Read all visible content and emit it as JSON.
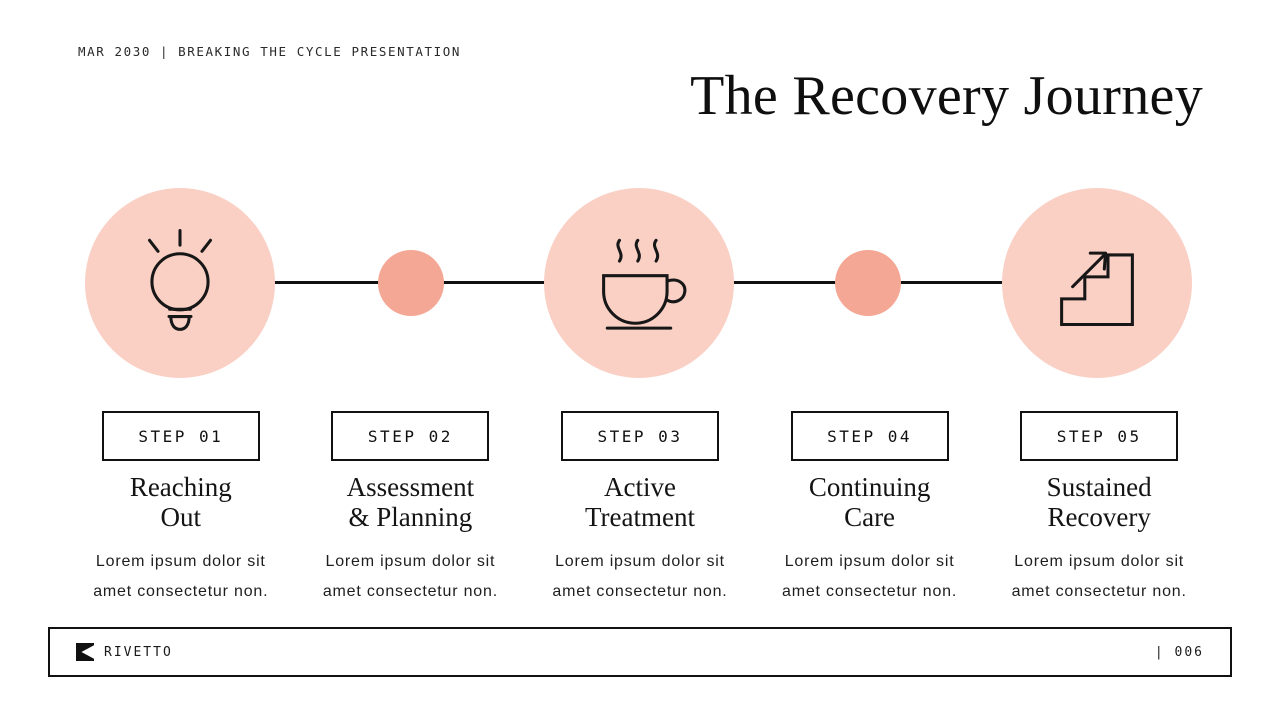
{
  "eyebrow": {
    "date": "MAR 2030",
    "separator": "|",
    "label": "BREAKING THE CYCLE PRESENTATION"
  },
  "title": "The Recovery Journey",
  "timeline": {
    "milestone_icons": [
      "lightbulb-icon",
      "coffee-cup-icon",
      "stairs-growth-icon"
    ],
    "connector_dots": 2
  },
  "steps": [
    {
      "badge": "STEP 01",
      "title_line1": "Reaching",
      "title_line2": "Out",
      "desc_line1": "Lorem ipsum dolor sit",
      "desc_line2": "amet consectetur non."
    },
    {
      "badge": "STEP 02",
      "title_line1": "Assessment",
      "title_line2": "& Planning",
      "desc_line1": "Lorem ipsum dolor sit",
      "desc_line2": "amet consectetur non."
    },
    {
      "badge": "STEP 03",
      "title_line1": "Active",
      "title_line2": "Treatment",
      "desc_line1": "Lorem ipsum dolor sit",
      "desc_line2": "amet consectetur non."
    },
    {
      "badge": "STEP 04",
      "title_line1": "Continuing",
      "title_line2": "Care",
      "desc_line1": "Lorem ipsum dolor sit",
      "desc_line2": "amet consectetur non."
    },
    {
      "badge": "STEP 05",
      "title_line1": "Sustained",
      "title_line2": "Recovery",
      "desc_line1": "Lorem ipsum dolor sit",
      "desc_line2": "amet consectetur non."
    }
  ],
  "footer": {
    "brand": "RIVETTO",
    "page_label": "| 006"
  },
  "colors": {
    "milestone_circle": "#fad0c5",
    "connector_dot": "#f4a795",
    "line": "#111111",
    "text": "#1a1a1a",
    "background": "#ffffff"
  }
}
